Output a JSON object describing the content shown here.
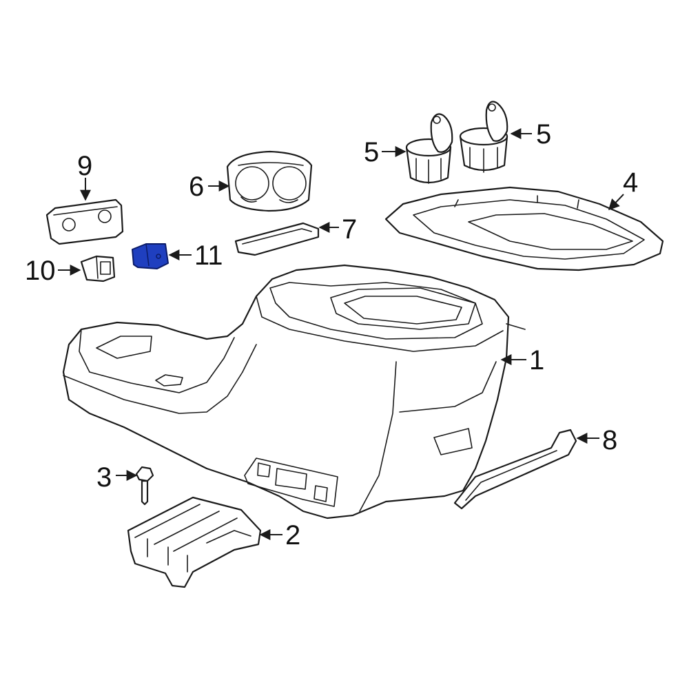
{
  "diagram": {
    "highlight_color": "#1f3fbf",
    "line_color": "#1a1a1a",
    "callouts": [
      {
        "id": "c1",
        "label": "1"
      },
      {
        "id": "c2",
        "label": "2"
      },
      {
        "id": "c3",
        "label": "3"
      },
      {
        "id": "c4",
        "label": "4"
      },
      {
        "id": "c5a",
        "label": "5"
      },
      {
        "id": "c5b",
        "label": "5"
      },
      {
        "id": "c6",
        "label": "6"
      },
      {
        "id": "c7",
        "label": "7"
      },
      {
        "id": "c8",
        "label": "8"
      },
      {
        "id": "c9",
        "label": "9"
      },
      {
        "id": "c10",
        "label": "10"
      },
      {
        "id": "c11",
        "label": "11"
      }
    ]
  }
}
